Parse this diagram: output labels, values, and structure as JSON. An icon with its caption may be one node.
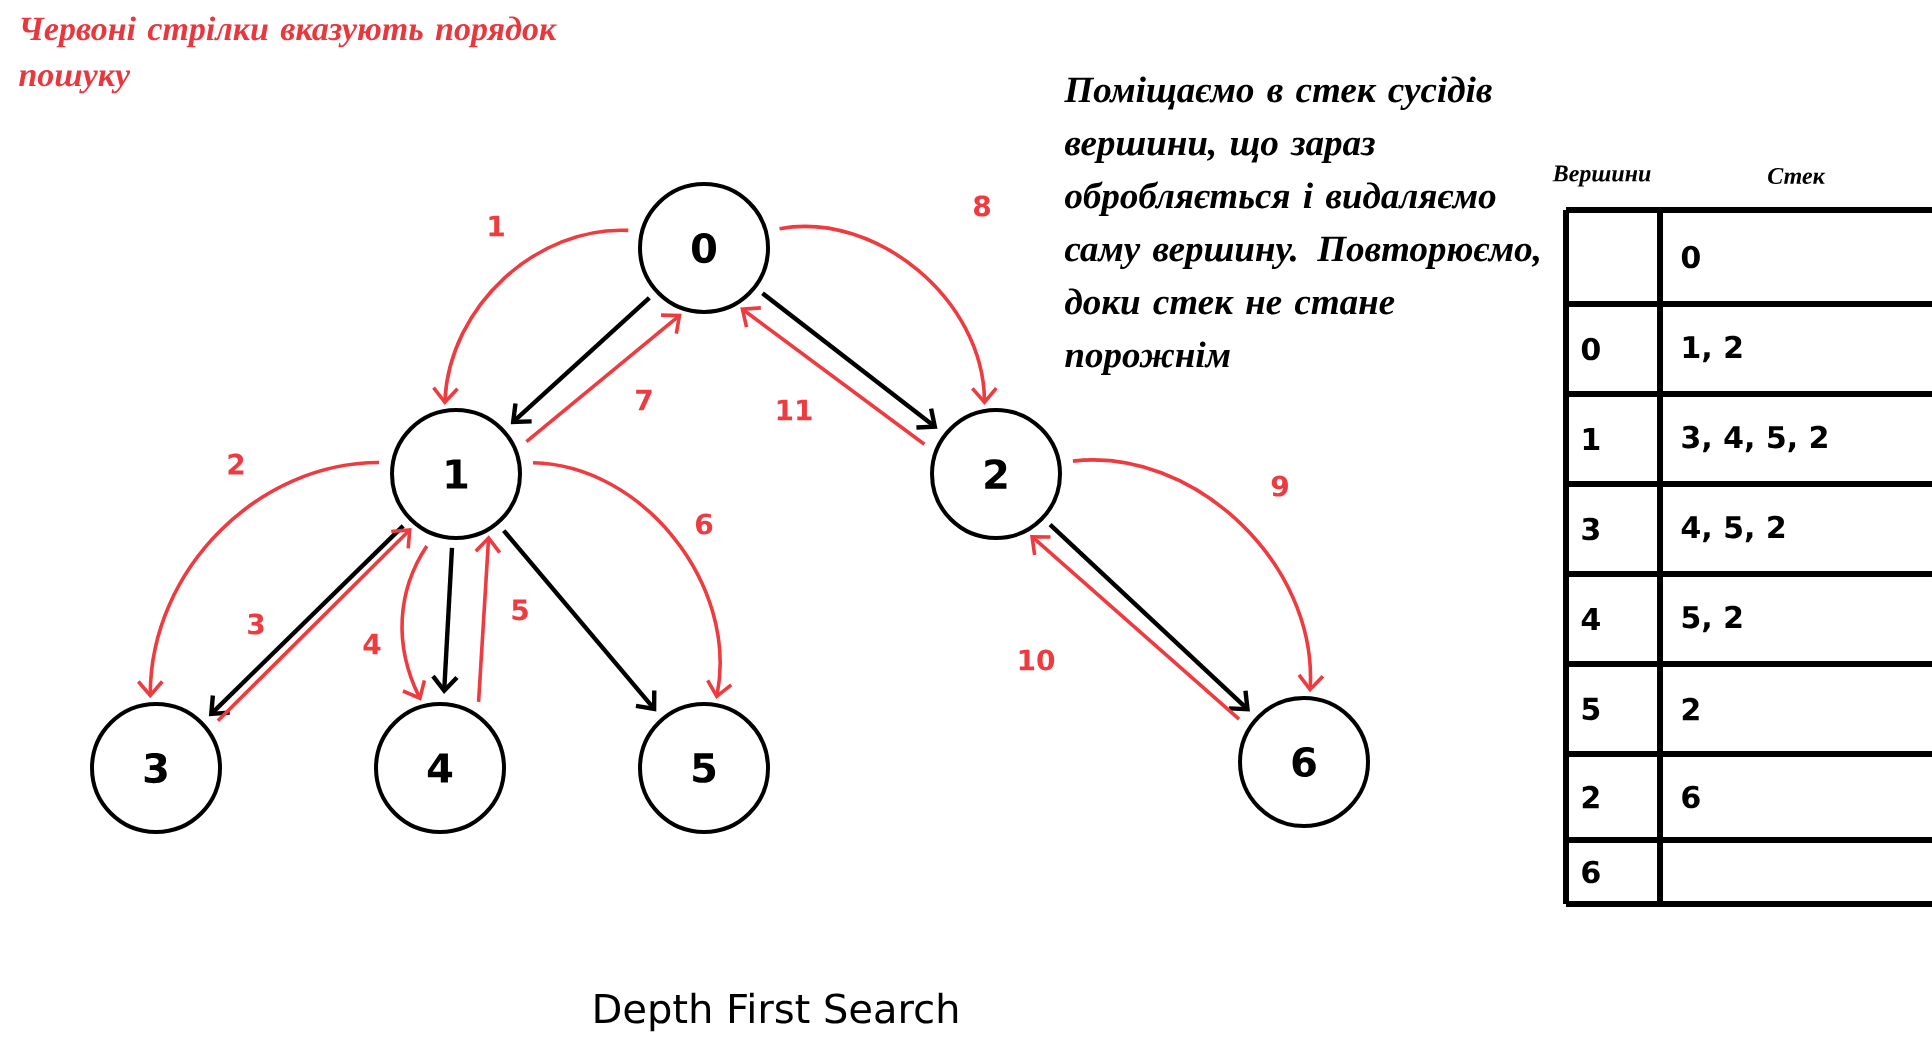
{
  "diagram": {
    "caption": "Depth First Search",
    "nodes": [
      {
        "text": [
          "0"
        ]
      },
      {
        "text": [
          "1"
        ]
      },
      {
        "text": [
          "2"
        ]
      },
      {
        "text": [
          "3"
        ]
      },
      {
        "text": [
          "4"
        ]
      },
      {
        "text": [
          "5"
        ]
      },
      {
        "text": [
          "6"
        ]
      }
    ],
    "edges": [
      {
        "from": 0,
        "to": 1,
        "arrow": "to",
        "color": "#000000"
      },
      {
        "from": 0,
        "to": 2,
        "arrow": "to",
        "color": "#000000"
      },
      {
        "from": 1,
        "to": 3,
        "arrow": "to",
        "color": "#000000"
      },
      {
        "from": 1,
        "to": 4,
        "arrow": "to",
        "color": "#000000"
      },
      {
        "from": 1,
        "to": 5,
        "arrow": "to",
        "color": "#000000"
      },
      {
        "from": 2,
        "to": 6,
        "arrow": "to",
        "color": "#000000"
      },
      {
        "from": 0,
        "to": 1,
        "arrow": "to",
        "label": "1",
        "color": "#ee3b3f"
      },
      {
        "from": 1,
        "to": 3,
        "arrow": "to",
        "label": "2",
        "color": "#ee3b3f"
      },
      {
        "from": 3,
        "to": 1,
        "arrow": "to",
        "label": "3",
        "color": "#ee3b3f"
      },
      {
        "from": 1,
        "to": 4,
        "arrow": "to",
        "label": "4",
        "color": "#ee3b3f"
      },
      {
        "from": 4,
        "to": 1,
        "arrow": "to",
        "label": "5",
        "color": "#ee3b3f"
      },
      {
        "from": 1,
        "to": 5,
        "arrow": "to",
        "label": "6",
        "color": "#ee3b3f"
      },
      {
        "from": 1,
        "to": 0,
        "arrow": "to",
        "label": "7",
        "color": "#ee3b3f"
      },
      {
        "from": 0,
        "to": 2,
        "arrow": "to",
        "label": "8",
        "color": "#ee3b3f"
      },
      {
        "from": 2,
        "to": 6,
        "arrow": "to",
        "label": "9",
        "color": "#ee3b3f"
      },
      {
        "from": 6,
        "to": 2,
        "arrow": "to",
        "label": "10",
        "color": "#ee3b3f"
      },
      {
        "from": 2,
        "to": 0,
        "arrow": "to",
        "label": "11",
        "color": "#ee3b3f"
      }
    ],
    "labels": [
      "Червоні стрілки вказують порядок пошуку",
      "Поміщаємо в стек сусідів вершини, що зараз обробляється і видаляємо саму вершину. Повторюємо, доки стек не стане порожнім",
      "Вершини",
      "Стек",
      "0",
      "0",
      "1, 2",
      "1",
      "3, 4, 5, 2",
      "3",
      "4, 5, 2",
      "4",
      "5, 2",
      "5",
      "2",
      "2",
      "6",
      "6"
    ]
  }
}
